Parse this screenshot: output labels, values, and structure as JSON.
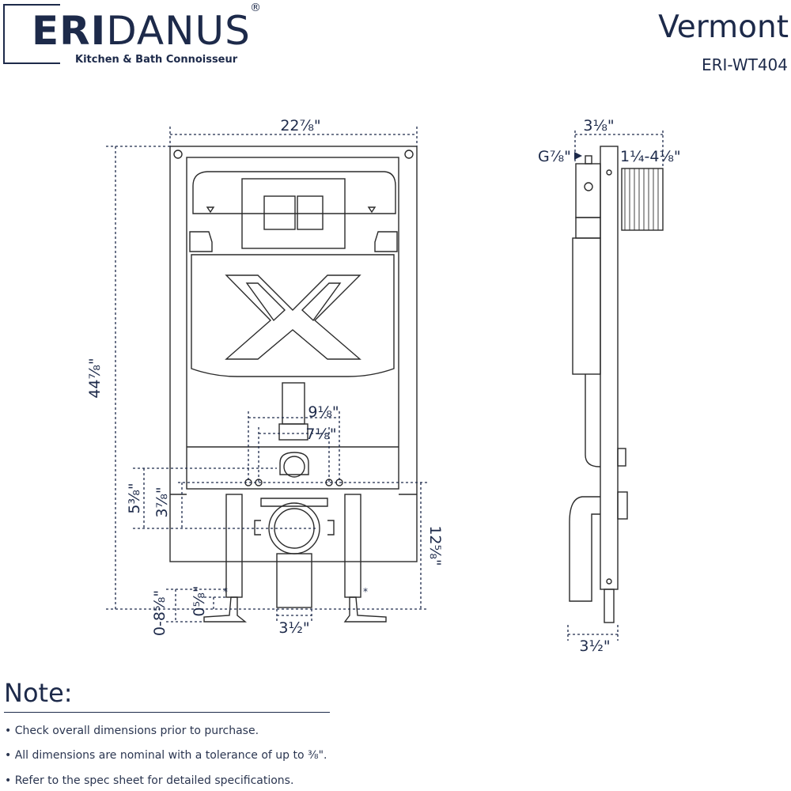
{
  "brand": {
    "name_bold": "ERI",
    "name_light": "DANUS",
    "registered": "®",
    "tagline": "Kitchen & Bath Connoisseur"
  },
  "product": {
    "title": "Vermont",
    "model": "ERI-WT404"
  },
  "dimensions": {
    "front_width": "22⅞\"",
    "front_height": "44⅞\"",
    "spacing_outer": "9⅛\"",
    "spacing_inner": "7⅛\"",
    "left_5": "5⅜\"",
    "left_3": "3⅞\"",
    "right_12": "12⅝\"",
    "foot_adjust": "0-8⅝\"",
    "foot_0": "0⅝\"",
    "bottom_width": "3½\"",
    "side_top": "3⅛\"",
    "side_g": "G⅞\"",
    "side_range": "1¼-4⅛\"",
    "side_bottom": "3½\"",
    "star_left": "*",
    "star_right": "*"
  },
  "notes": {
    "heading": "Note:",
    "items": [
      "• Check overall dimensions prior to purchase.",
      "• All dimensions are nominal with a tolerance of up to ⅜\".",
      "• Refer to the spec sheet for detailed specifications."
    ]
  }
}
